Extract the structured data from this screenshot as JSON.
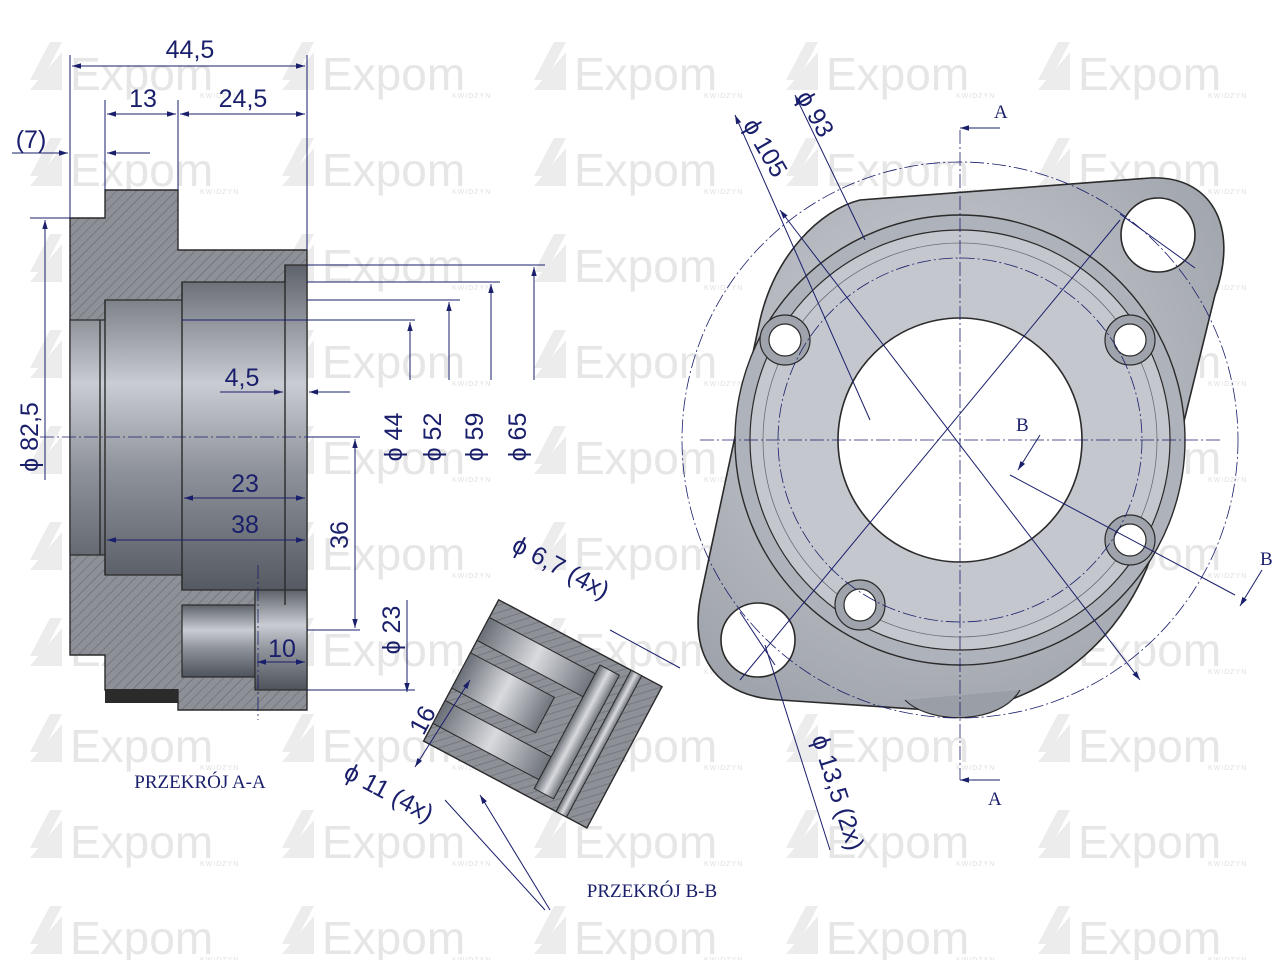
{
  "watermark": {
    "brand": "Expom",
    "sub": "KWIDZYN"
  },
  "colors": {
    "dim": "#1a1f6b",
    "steel": "#b8bcc4",
    "outline": "#2a2a2a"
  },
  "section_a": {
    "caption": "PRZEKRÓJ A-A",
    "dims": {
      "d445": "44,5",
      "d13": "13",
      "d245": "24,5",
      "d7": "(7)",
      "d825": "ϕ 82,5",
      "d45": "4,5",
      "d23h": "23",
      "d38": "38",
      "d36": "36",
      "d10": "10",
      "p44": "ϕ 44",
      "p52": "ϕ 52",
      "p59": "ϕ 59",
      "p65": "ϕ 65",
      "p23": "ϕ 23"
    }
  },
  "section_b": {
    "caption": "PRZEKRÓJ B-B",
    "dims": {
      "d67": "ϕ 6,7 (4x)",
      "d16": "16",
      "d11": "ϕ 11 (4x)"
    }
  },
  "front_view": {
    "markers": {
      "a_top": "A",
      "a_bottom": "A",
      "b_left": "B",
      "b_right": "B"
    },
    "dims": {
      "p105": "ϕ 105",
      "p93": "ϕ 93",
      "p135": "ϕ 13,5 (2x)"
    }
  }
}
